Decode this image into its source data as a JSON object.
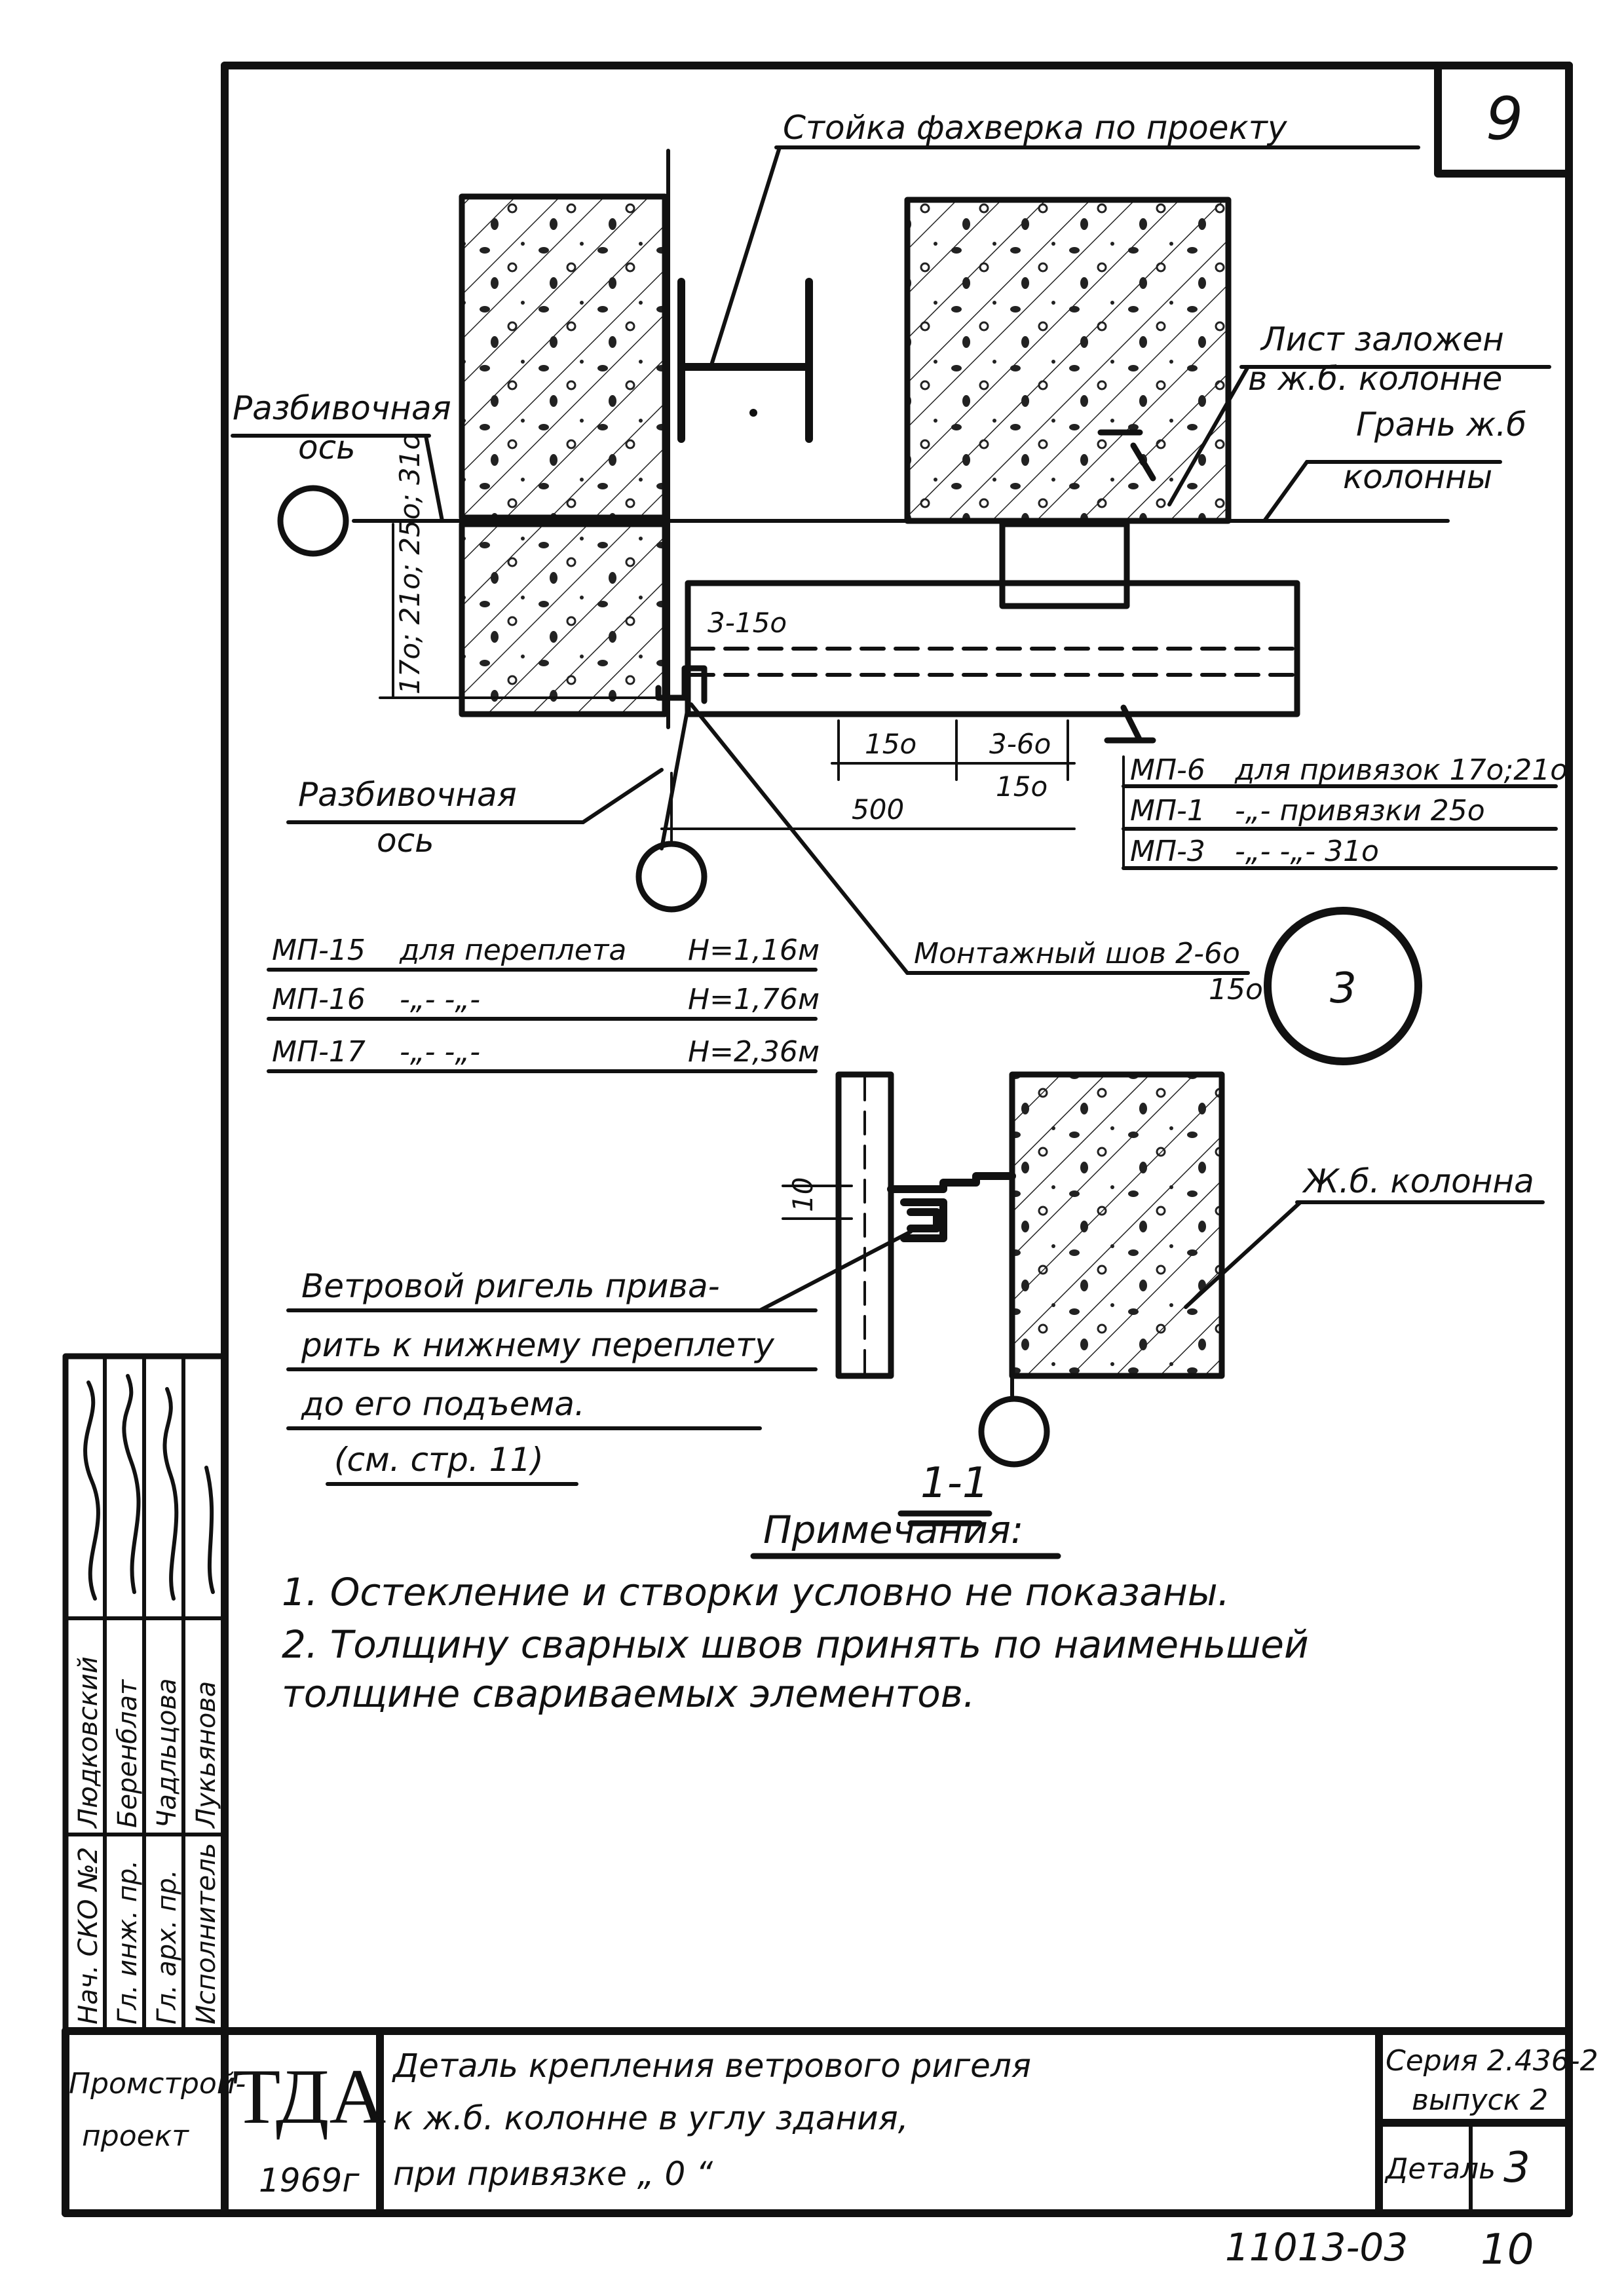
{
  "sheet_number": "9",
  "callouts": {
    "facade_post": "Стойка фахверка по проекту",
    "plate_embedded_1": "Лист заложен",
    "plate_embedded_2": "в ж.б. колонне",
    "column_face_1": "Грань ж.б",
    "column_face_2": "колонны",
    "grid_axis_top_1": "Разбивочная",
    "grid_axis_top_2": "ось",
    "grid_axis_bottom_1": "Разбивочная",
    "grid_axis_bottom_2": "ось",
    "weld_seam_1": "Монтажный шов 2-6о",
    "weld_seam_2": "15о",
    "rc_column": "Ж.б. колонна",
    "tie_binding": "Ветровой ригель прива-",
    "tie_binding_2": "рить к нижнему переплету",
    "tie_binding_3": "до его подъема.",
    "tie_binding_ref": "(см. стр. 11)"
  },
  "dimensions": {
    "vertical_offsets": "17о; 21о; 25о; 31о",
    "weld_3_150": "3-15о",
    "weld_150": "15о",
    "weld_3_60_top": "3-6о",
    "weld_3_60_bottom": "15о",
    "length_500": "500",
    "section_gap": "10"
  },
  "plate_table_right": [
    {
      "mark": "МП-6",
      "text": "для привязок 17о;21о"
    },
    {
      "mark": "МП-1",
      "text": "-„- привязки 25о"
    },
    {
      "mark": "МП-3",
      "text": "-„-        -„-        31о"
    }
  ],
  "plate_table_left": [
    {
      "mark": "МП-15",
      "text": "для переплета",
      "h": "Н=1,16м"
    },
    {
      "mark": "МП-16",
      "text": "-„-          -„-",
      "h": "Н=1,76м"
    },
    {
      "mark": "МП-17",
      "text": "-„-          -„-",
      "h": "Н=2,36м"
    }
  ],
  "detail_number": "3",
  "section_label": "1-1",
  "section_mark": "1",
  "notes": {
    "title": "Примечания:",
    "items": [
      "1. Остекление  и  створки  условно  не показаны.",
      "2. Толщину  сварных  швов  принять  по наименьшей",
      "   толщине     свариваемых       элементов."
    ]
  },
  "stamp_side": {
    "roles": [
      "Нач. СКО №2",
      "Гл. инж. пр.",
      "Гл. арх. пр.",
      "Исполнитель"
    ],
    "names": [
      "Людковский",
      "Беренблат",
      "Чадльцова",
      "Лукьянова"
    ]
  },
  "title_block": {
    "org_1": "Промстрой-",
    "org_2": "проект",
    "logo": "ТДА",
    "year": "1969г",
    "title_1": "Деталь  крепления  ветрового  ригеля",
    "title_2": "к   ж.б.   колонне     в   углу   здания,",
    "title_3": "при    привязке   „ 0 “",
    "series_1": "Серия 2.436-2",
    "series_2": "выпуск 2",
    "detail_label": "Деталь",
    "detail_value": "3"
  },
  "footer": {
    "code": "11013-03",
    "page": "10"
  }
}
